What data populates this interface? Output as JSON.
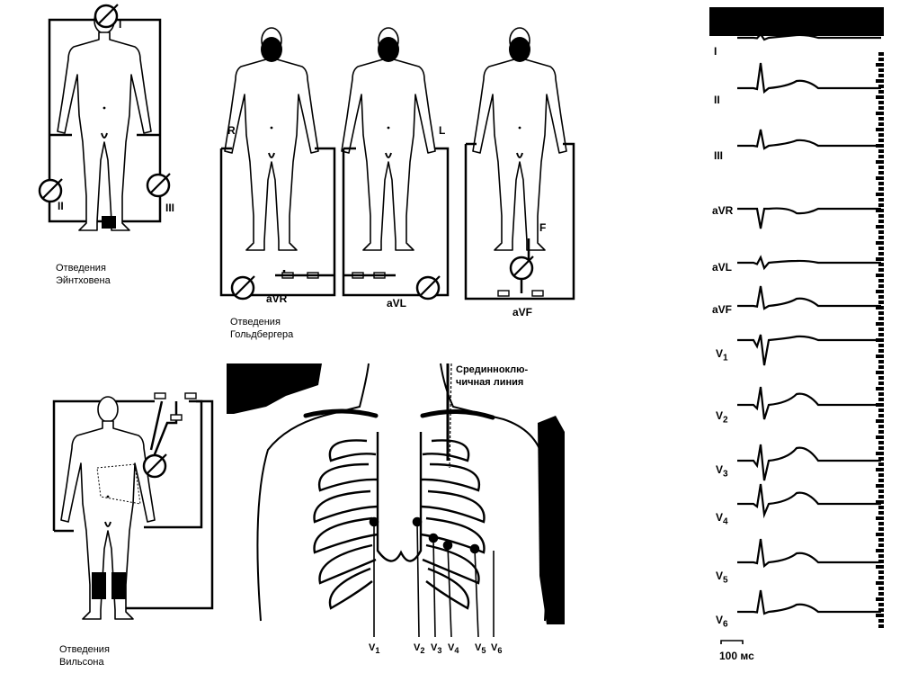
{
  "einthoven": {
    "caption_line1": "Отведения",
    "caption_line2": "Эйнтховена",
    "lead_labels": [
      "I",
      "II",
      "III"
    ]
  },
  "goldberger": {
    "caption_line1": "Отведения",
    "caption_line2": "Гольдбергера",
    "limb_labels": [
      "R",
      "L",
      "F"
    ],
    "lead_labels": [
      "aVR",
      "aVL",
      "aVF"
    ]
  },
  "wilson": {
    "caption_line1": "Отведения",
    "caption_line2": "Вильсона"
  },
  "chest": {
    "midclavicular_line1": "Срединноклю-",
    "midclavicular_line2": "чичная линия",
    "electrode_labels": [
      {
        "main": "V",
        "sub": "1"
      },
      {
        "main": "V",
        "sub": "2"
      },
      {
        "main": "V",
        "sub": "3"
      },
      {
        "main": "V",
        "sub": "4"
      },
      {
        "main": "V",
        "sub": "5"
      },
      {
        "main": "V",
        "sub": "6"
      }
    ]
  },
  "ecg": {
    "leads": [
      {
        "main": "I",
        "sub": ""
      },
      {
        "main": "II",
        "sub": ""
      },
      {
        "main": "III",
        "sub": ""
      },
      {
        "main": "aVR",
        "sub": ""
      },
      {
        "main": "aVL",
        "sub": ""
      },
      {
        "main": "aVF",
        "sub": ""
      },
      {
        "main": "V",
        "sub": "1"
      },
      {
        "main": "V",
        "sub": "2"
      },
      {
        "main": "V",
        "sub": "3"
      },
      {
        "main": "V",
        "sub": "4"
      },
      {
        "main": "V",
        "sub": "5"
      },
      {
        "main": "V",
        "sub": "6"
      }
    ],
    "scale_label": "100 мс"
  }
}
